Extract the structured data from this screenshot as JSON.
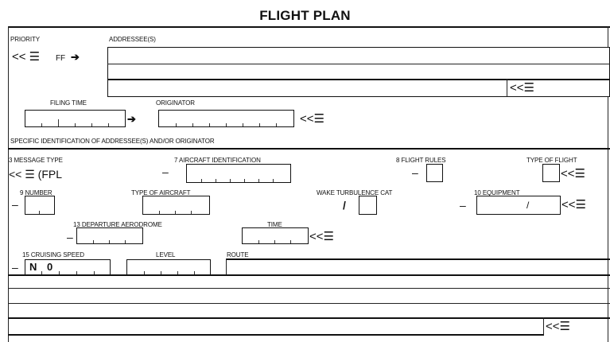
{
  "form": {
    "title": "FLIGHT PLAN",
    "priority_label": "PRIORITY",
    "addressees_label": "ADDRESSEE(S)",
    "start_symbol": "<< ☰",
    "ff_label": "FF",
    "end_symbol": "<<☰",
    "filing_time_label": "FILING TIME",
    "originator_label": "ORIGINATOR",
    "specific_id_label": "SPECIFIC IDENTIFICATION OF ADDRESSEE(S) AND/OR ORIGINATOR",
    "item3_label": "3  MESSAGE TYPE",
    "fpl_text": "<< ☰ (FPL",
    "item7_label": "7  AIRCRAFT IDENTIFICATION",
    "item8_label": "8  FLIGHT RULES",
    "type_of_flight_label": "TYPE OF FLIGHT",
    "item9_label": "9  NUMBER",
    "type_aircraft_label": "TYPE OF AIRCRAFT",
    "wake_label": "WAKE TURBULENCE CAT",
    "item10_label": "10  EQUIPMENT",
    "item13_label": "13  DEPARTURE AERODROME",
    "time_label": "TIME",
    "item15_label": "15  CRUISING SPEED",
    "level_label": "LEVEL",
    "route_label": "ROUTE",
    "speed_prefill": "N",
    "speed_digit": "0",
    "dash": "–",
    "slash": "/"
  }
}
